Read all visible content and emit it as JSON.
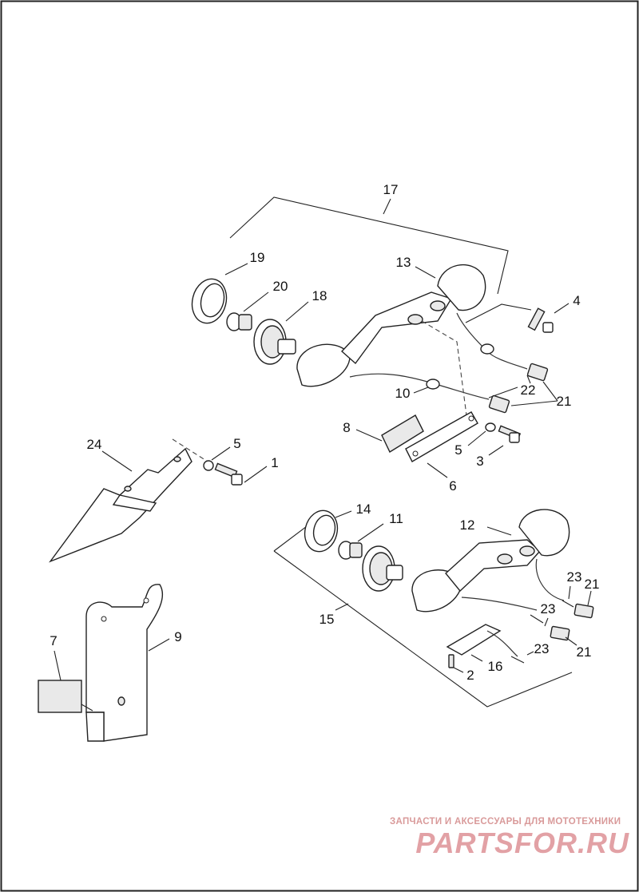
{
  "callouts": [
    {
      "id": "c17",
      "label": "17"
    },
    {
      "id": "c19",
      "label": "19"
    },
    {
      "id": "c13",
      "label": "13"
    },
    {
      "id": "c20",
      "label": "20"
    },
    {
      "id": "c18",
      "label": "18"
    },
    {
      "id": "c4",
      "label": "4"
    },
    {
      "id": "c10",
      "label": "10"
    },
    {
      "id": "c22",
      "label": "22"
    },
    {
      "id": "c21a",
      "label": "21"
    },
    {
      "id": "c8",
      "label": "8"
    },
    {
      "id": "c24",
      "label": "24"
    },
    {
      "id": "c5a",
      "label": "5"
    },
    {
      "id": "c1",
      "label": "1"
    },
    {
      "id": "c5b",
      "label": "5"
    },
    {
      "id": "c3",
      "label": "3"
    },
    {
      "id": "c6",
      "label": "6"
    },
    {
      "id": "c14",
      "label": "14"
    },
    {
      "id": "c11",
      "label": "11"
    },
    {
      "id": "c12",
      "label": "12"
    },
    {
      "id": "c23a",
      "label": "23"
    },
    {
      "id": "c21b",
      "label": "21"
    },
    {
      "id": "c23b",
      "label": "23"
    },
    {
      "id": "c15",
      "label": "15"
    },
    {
      "id": "c23c",
      "label": "23"
    },
    {
      "id": "c21c",
      "label": "21"
    },
    {
      "id": "c16",
      "label": "16"
    },
    {
      "id": "c2",
      "label": "2"
    },
    {
      "id": "c7",
      "label": "7"
    },
    {
      "id": "c9",
      "label": "9"
    }
  ],
  "watermark": {
    "caption": "ЗАПЧАСТИ И АКСЕССУАРЫ ДЛЯ МОТОТЕХНИКИ",
    "logo_text": "PARTSFOR.RU",
    "color": "#c0303a"
  }
}
